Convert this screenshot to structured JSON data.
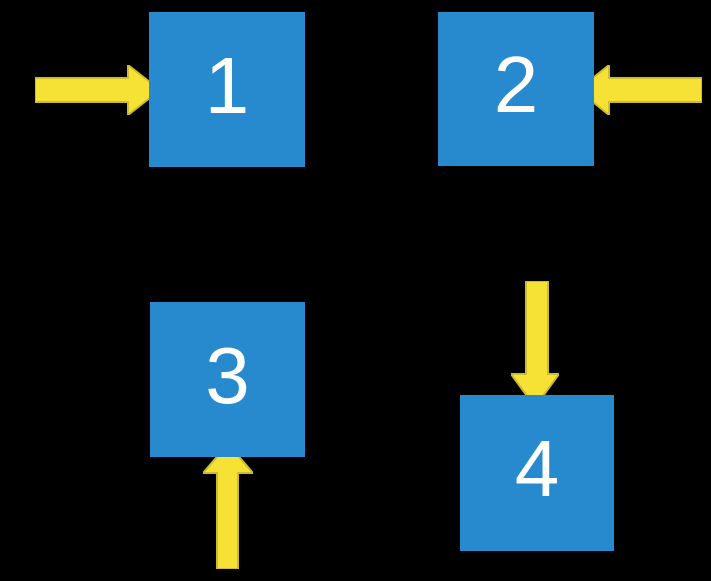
{
  "title": "Four squares with directional arrows diagram",
  "theme": {
    "background": "#000000",
    "square_fill": "#2789CE",
    "label_color": "#FFFFFF",
    "arrow_fill": "#F6E135",
    "arrow_stroke": "#CDBC2E"
  },
  "squares": [
    {
      "label": "1",
      "arrow_direction": "right",
      "arrow_position": "left-of-square"
    },
    {
      "label": "2",
      "arrow_direction": "left",
      "arrow_position": "right-of-square"
    },
    {
      "label": "3",
      "arrow_direction": "up",
      "arrow_position": "below-square"
    },
    {
      "label": "4",
      "arrow_direction": "down",
      "arrow_position": "above-square"
    }
  ]
}
